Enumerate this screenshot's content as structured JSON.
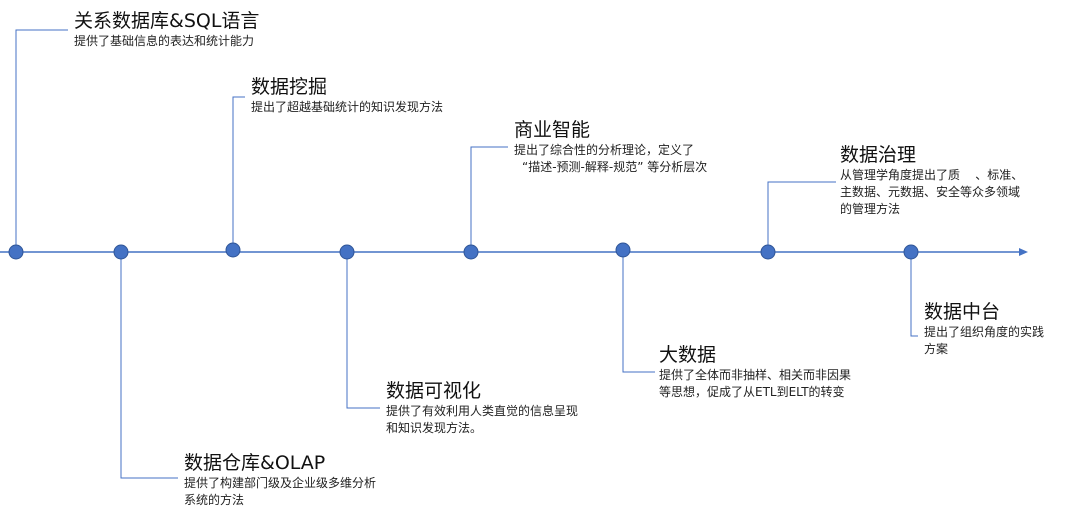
{
  "milestones": [
    {
      "title": "关系数据库&SQL语言",
      "desc": [
        "提供了基础信息的表达和统计能力"
      ]
    },
    {
      "title": "数据仓库&OLAP",
      "desc": [
        "提供了构建部门级及企业级多维分析",
        "系统的方法"
      ]
    },
    {
      "title": "数据挖掘",
      "desc": [
        "提出了超越基础统计的知识发现方法"
      ]
    },
    {
      "title": "数据可视化",
      "desc": [
        "提供了有效利用人类直觉的信息呈现",
        "和知识发现方法。"
      ]
    },
    {
      "title": "商业智能",
      "desc": [
        "提出了综合性的分析理论，定义了",
        "“描述-预测-解释-规范”  等分析层次"
      ]
    },
    {
      "title": "大数据",
      "desc": [
        "提供了全体而非抽样、相关而非因果",
        "等思想，促成了从ETL到ELT的转变"
      ]
    },
    {
      "title": "数据治理",
      "desc": [
        "从管理学角度提出了质    、标准、",
        "主数据、元数据、安全等众多领域",
        "的管理方法"
      ]
    },
    {
      "title": "数据中台",
      "desc": [
        "提出了组织角度的实践",
        "方案"
      ]
    }
  ],
  "colors": {
    "line": "#4472C4",
    "dot": "#4472C4",
    "dot_stroke": "#2F5597"
  }
}
